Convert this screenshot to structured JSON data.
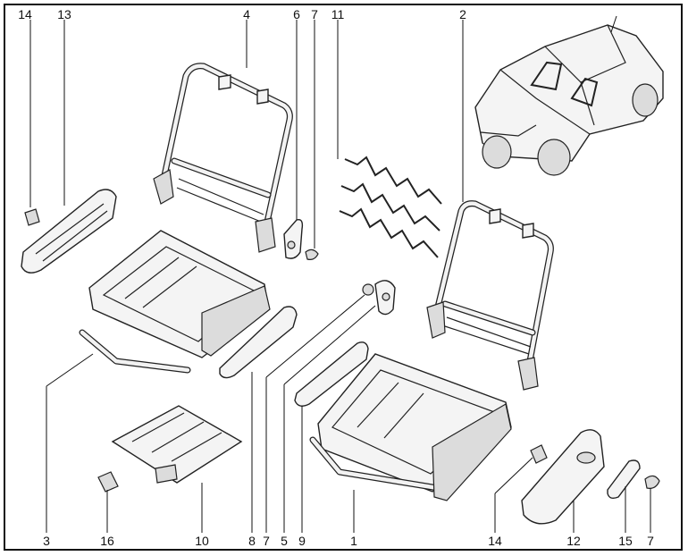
{
  "diagram": {
    "callouts": [
      {
        "id": "c14a",
        "text": "14"
      },
      {
        "id": "c13",
        "text": "13"
      },
      {
        "id": "c4",
        "text": "4"
      },
      {
        "id": "c6",
        "text": "6"
      },
      {
        "id": "c7a",
        "text": "7"
      },
      {
        "id": "c11",
        "text": "11"
      },
      {
        "id": "c2",
        "text": "2"
      },
      {
        "id": "c3",
        "text": "3"
      },
      {
        "id": "c16",
        "text": "16"
      },
      {
        "id": "c10",
        "text": "10"
      },
      {
        "id": "c8",
        "text": "8"
      },
      {
        "id": "c7b",
        "text": "7"
      },
      {
        "id": "c5",
        "text": "5"
      },
      {
        "id": "c9",
        "text": "9"
      },
      {
        "id": "c1",
        "text": "1"
      },
      {
        "id": "c14b",
        "text": "14"
      },
      {
        "id": "c12",
        "text": "12"
      },
      {
        "id": "c15",
        "text": "15"
      },
      {
        "id": "c7c",
        "text": "7"
      }
    ]
  }
}
